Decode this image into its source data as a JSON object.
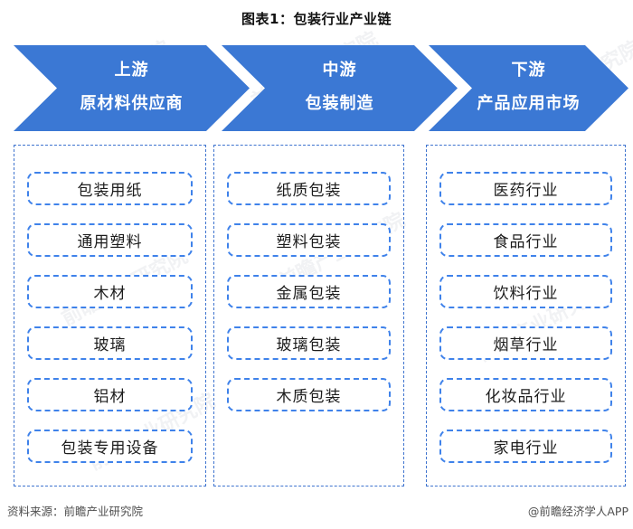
{
  "title": "图表1：包装行业产业链",
  "watermark": "前瞻产业研究院",
  "colors": {
    "arrow_blue": "#3b78d4",
    "item_border_blue": "#3f82ea",
    "container_border_blue": "#3f74cf"
  },
  "chain": {
    "stages": [
      {
        "level": "上游",
        "name": "原材料供应商",
        "items": [
          "包装用纸",
          "通用塑料",
          "木材",
          "玻璃",
          "铝材",
          "包装专用设备"
        ]
      },
      {
        "level": "中游",
        "name": "包装制造",
        "items": [
          "纸质包装",
          "塑料包装",
          "金属包装",
          "玻璃包装",
          "木质包装"
        ]
      },
      {
        "level": "下游",
        "name": "产品应用市场",
        "items": [
          "医药行业",
          "食品行业",
          "饮料行业",
          "烟草行业",
          "化妆品行业",
          "家电行业"
        ]
      }
    ]
  },
  "footer": {
    "source": "资料来源：前瞻产业研究院",
    "credit": "@前瞻经济学人APP"
  }
}
